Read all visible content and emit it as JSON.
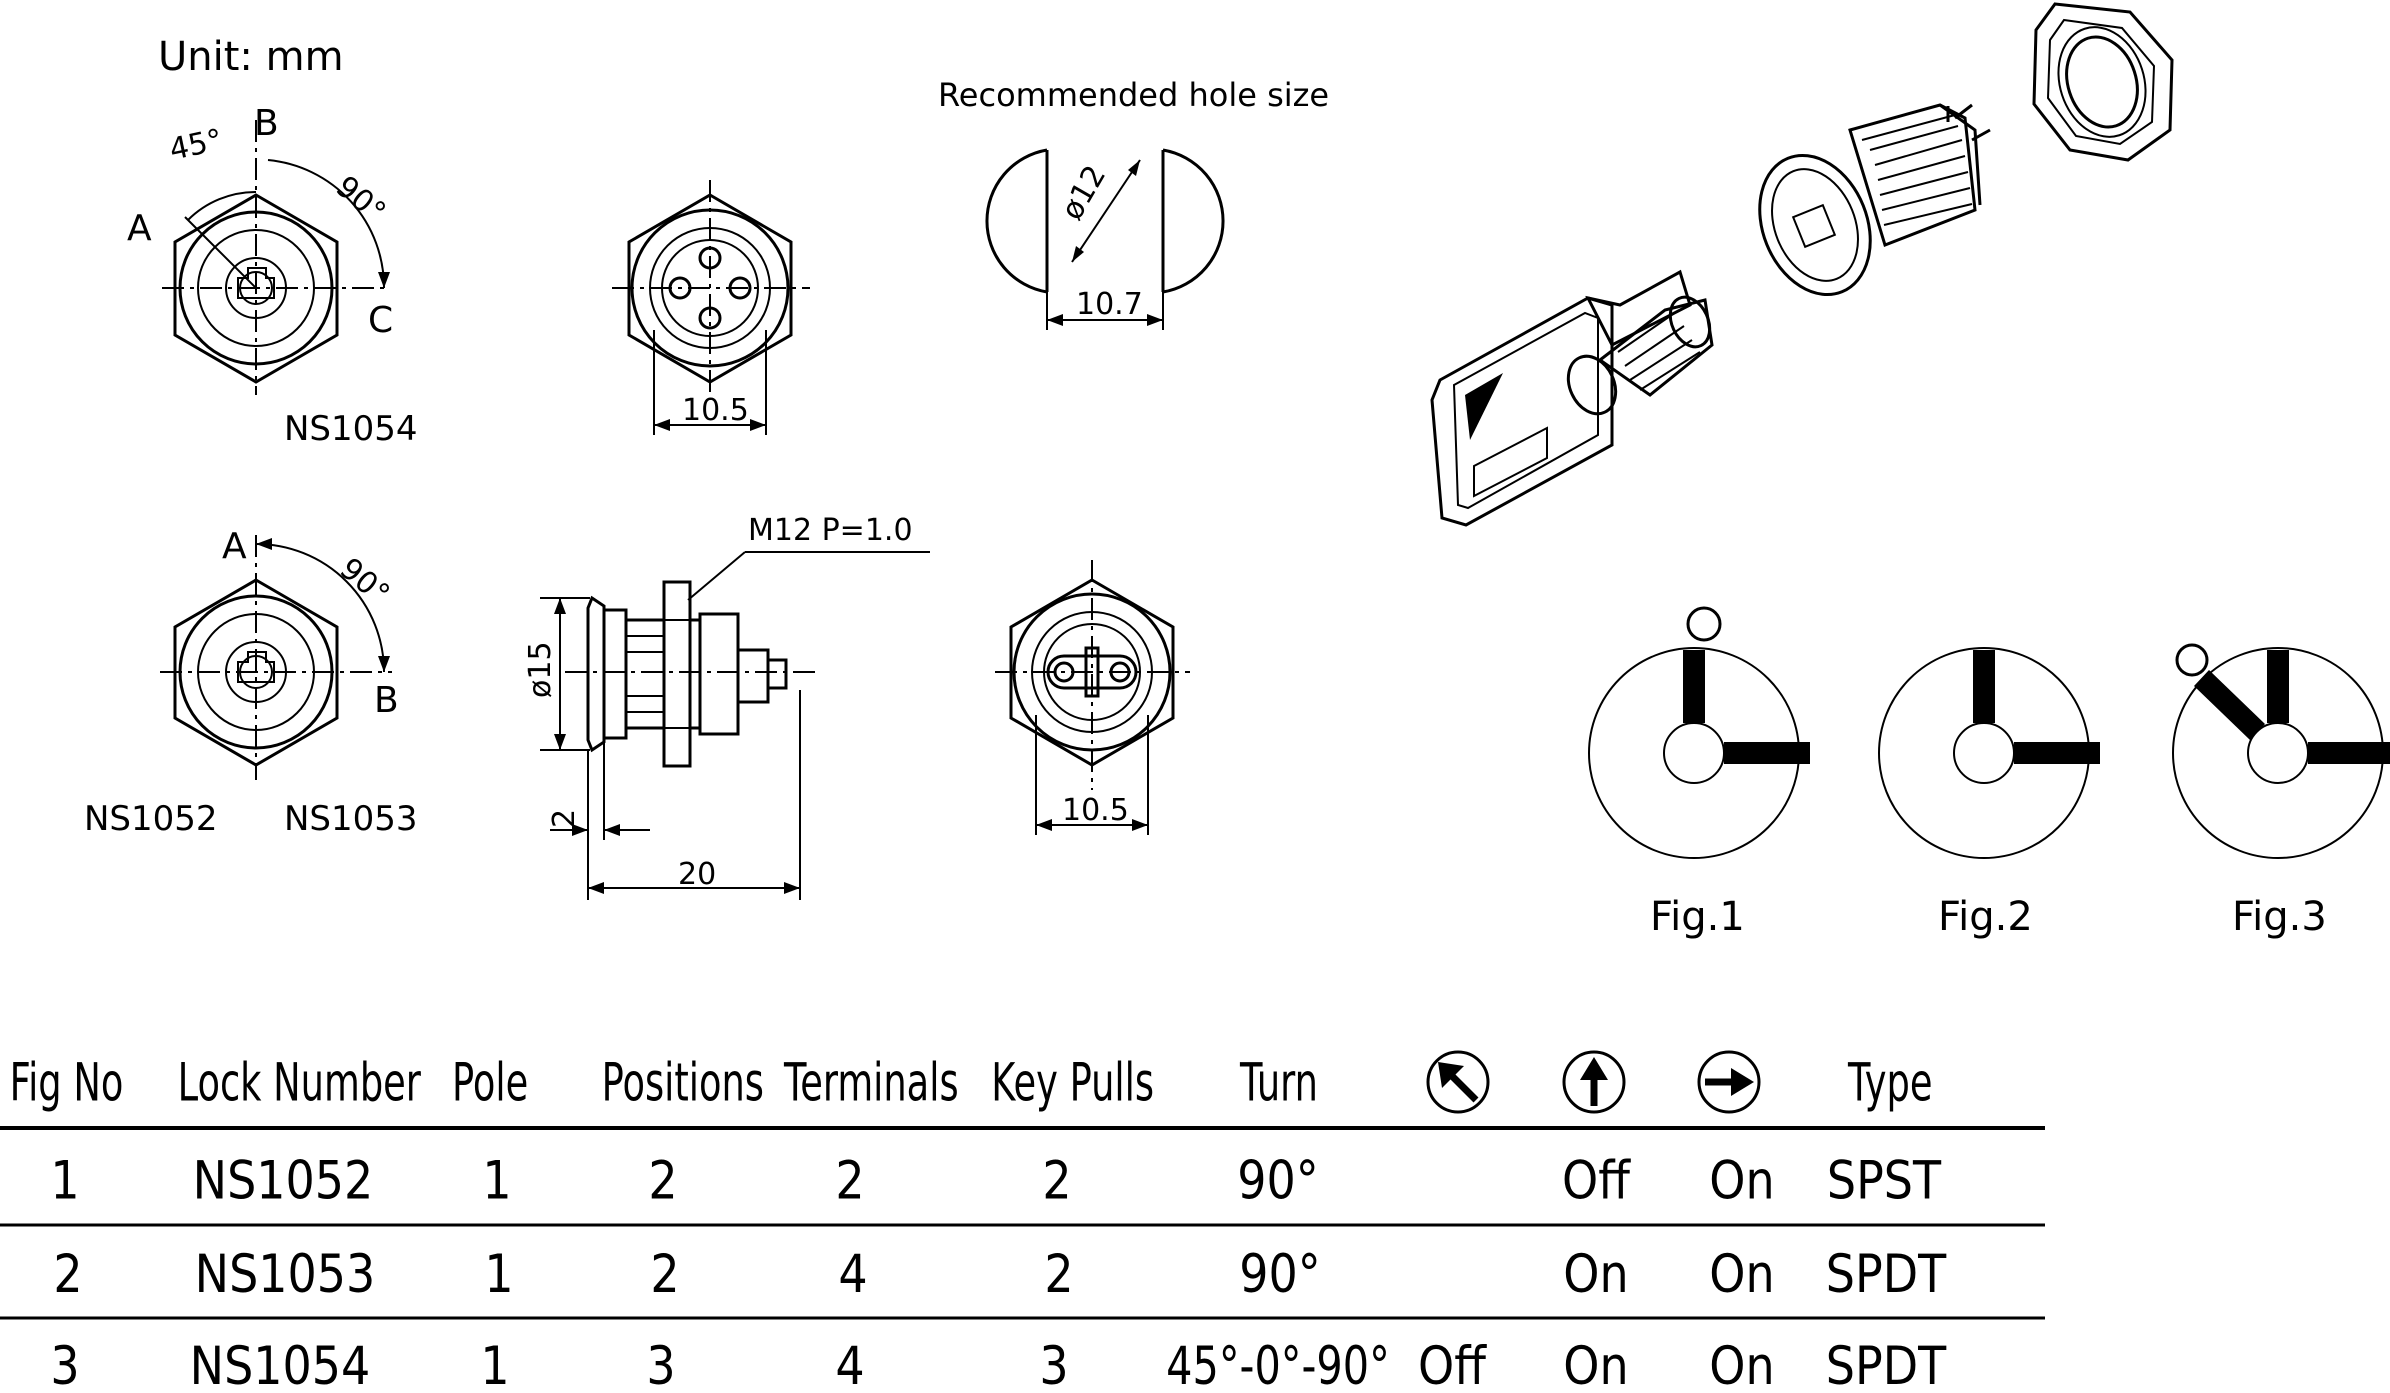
{
  "unit_label": "Unit: mm",
  "hole_title": "Recommended hole size",
  "labels": {
    "a": "A",
    "b": "B",
    "c": "C",
    "angle45": "45°",
    "angle90": "90°",
    "ns1054": "NS1054",
    "ns1052": "NS1052",
    "ns1053": "NS1053",
    "thread": "M12  P=1.0"
  },
  "dimensions": {
    "front_width_top": "10.5",
    "front_width_bottom": "10.5",
    "hole_dia": "ø12",
    "hole_flat": "10.7",
    "side_dia": "ø15",
    "side_length": "20",
    "flange": "2"
  },
  "figures": [
    "Fig.1",
    "Fig.2",
    "Fig.3"
  ],
  "table": {
    "headers": [
      "Fig No",
      "Lock Number",
      "Pole",
      "Positions",
      "Terminals",
      "Key Pulls",
      "Turn",
      "",
      "",
      "",
      "Type"
    ],
    "header_icons": [
      "arrow-up-left-icon",
      "arrow-up-icon",
      "arrow-right-icon"
    ],
    "rows": [
      [
        "1",
        "NS1052",
        "1",
        "2",
        "2",
        "2",
        "90°",
        "",
        "Off",
        "On",
        "SPST"
      ],
      [
        "2",
        "NS1053",
        "1",
        "2",
        "4",
        "2",
        "90°",
        "",
        "On",
        "On",
        "SPDT"
      ],
      [
        "3",
        "NS1054",
        "1",
        "3",
        "4",
        "3",
        "45°-0°-90°",
        "Off",
        "On",
        "On",
        "SPDT"
      ]
    ]
  }
}
